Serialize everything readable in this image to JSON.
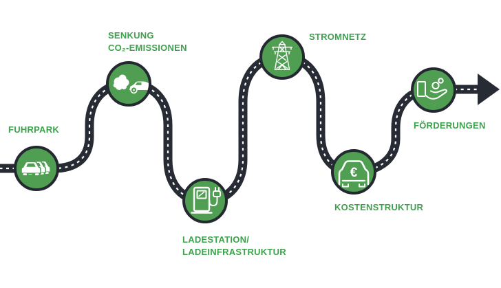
{
  "colors": {
    "green": "#4f9e52",
    "rim": "#232831",
    "road": "#272b34",
    "labelGreen": "#3ea14d",
    "iconWhite": "#ffffff"
  },
  "nodes": [
    {
      "id": "fuhrpark",
      "icon": "fleet-cars-icon",
      "label_lines": [
        "FUHRPARK"
      ]
    },
    {
      "id": "senkung",
      "icon": "car-exhaust-cloud-icon",
      "label_lines": [
        "SENKUNG",
        "CO₂-EMISSIONEN"
      ]
    },
    {
      "id": "ladestation",
      "icon": "charging-station-icon",
      "label_lines": [
        "LADESTATION/",
        "LADEINFRASTRUKTUR"
      ]
    },
    {
      "id": "stromnetz",
      "icon": "power-pylon-icon",
      "label_lines": [
        "STROMNETZ"
      ]
    },
    {
      "id": "kostenstruktur",
      "icon": "car-euro-icon",
      "label_lines": [
        "KOSTENSTRUKTUR"
      ]
    },
    {
      "id": "foerderungen",
      "icon": "hand-coins-icon",
      "label_lines": [
        "FÖRDERUNGEN"
      ]
    }
  ],
  "euro_symbol": "€"
}
